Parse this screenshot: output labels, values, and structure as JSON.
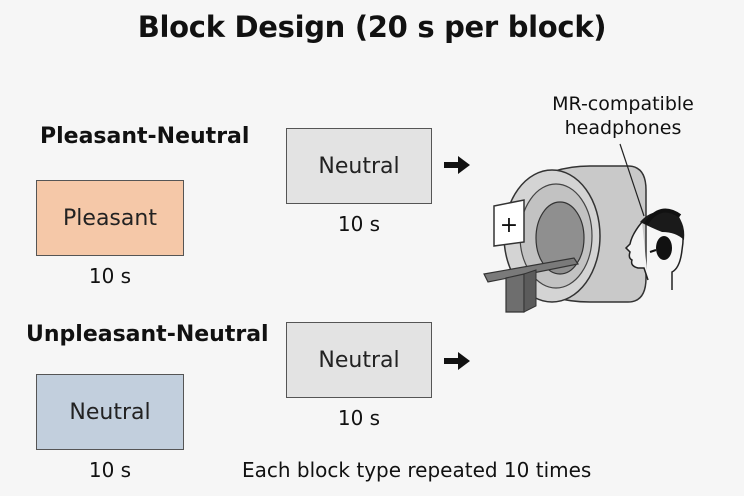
{
  "title": "Block Design (20 s per block)",
  "conditions": [
    {
      "label": "Pleasant-Neutral",
      "first_block": {
        "label": "Pleasant",
        "duration": "10 s",
        "color": "#f5c8a8"
      },
      "second_block": {
        "label": "Neutral",
        "duration": "10 s",
        "color": "#e3e3e3"
      }
    },
    {
      "label": "Unpleasant-Neutral",
      "first_block": {
        "label": "Neutral",
        "duration": "10 s",
        "color": "#c2cfdd"
      },
      "second_block": {
        "label": "Neutral",
        "duration": "10 s",
        "color": "#e3e3e3"
      }
    }
  ],
  "headphones_label": [
    "MR-compatible",
    "headphones"
  ],
  "fixation_symbol": "+",
  "footer": "Each block type repeated 10 times",
  "icons": [
    "arrow-right-icon",
    "mri-scanner-icon",
    "headphones-icon"
  ]
}
